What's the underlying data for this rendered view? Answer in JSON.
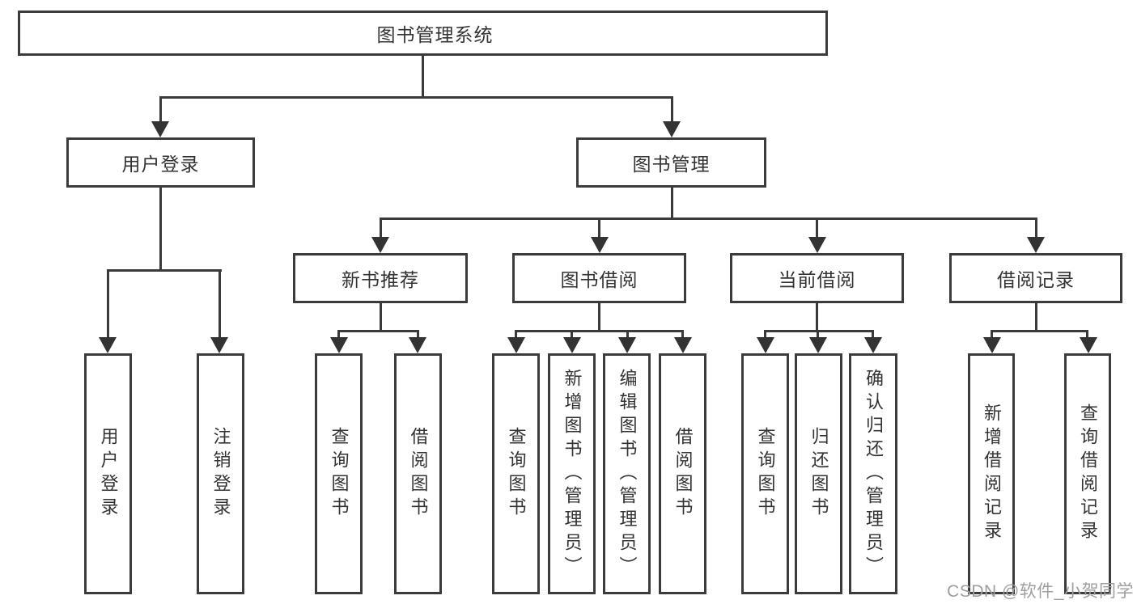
{
  "diagram": {
    "type": "hierarchy-tree",
    "tree": {
      "root": {
        "label": "图书管理系统"
      },
      "branches": [
        {
          "label": "用户登录",
          "children": [
            {
              "label": "用户登录"
            },
            {
              "label": "注销登录"
            }
          ]
        },
        {
          "label": "图书管理",
          "children": [
            {
              "label": "新书推荐",
              "children": [
                {
                  "label": "查询图书"
                },
                {
                  "label": "借阅图书"
                }
              ]
            },
            {
              "label": "图书借阅",
              "children": [
                {
                  "label": "查询图书"
                },
                {
                  "label": "新增图书（管理员）"
                },
                {
                  "label": "编辑图书（管理员）"
                },
                {
                  "label": "借阅图书"
                }
              ]
            },
            {
              "label": "当前借阅",
              "children": [
                {
                  "label": "查询图书"
                },
                {
                  "label": "归还图书"
                },
                {
                  "label": "确认归还（管理员）"
                }
              ]
            },
            {
              "label": "借阅记录",
              "children": [
                {
                  "label": "新增借阅记录"
                },
                {
                  "label": "查询借阅记录"
                }
              ]
            }
          ]
        }
      ]
    },
    "colors": {
      "box_border": "#3b3b3b",
      "connector_line": "#3a3a3a",
      "text": "#333333",
      "background": "#ffffff",
      "watermark_text_color": "#9e9e9e"
    }
  },
  "watermark": {
    "text": "CSDN @软件_小贺同学"
  }
}
